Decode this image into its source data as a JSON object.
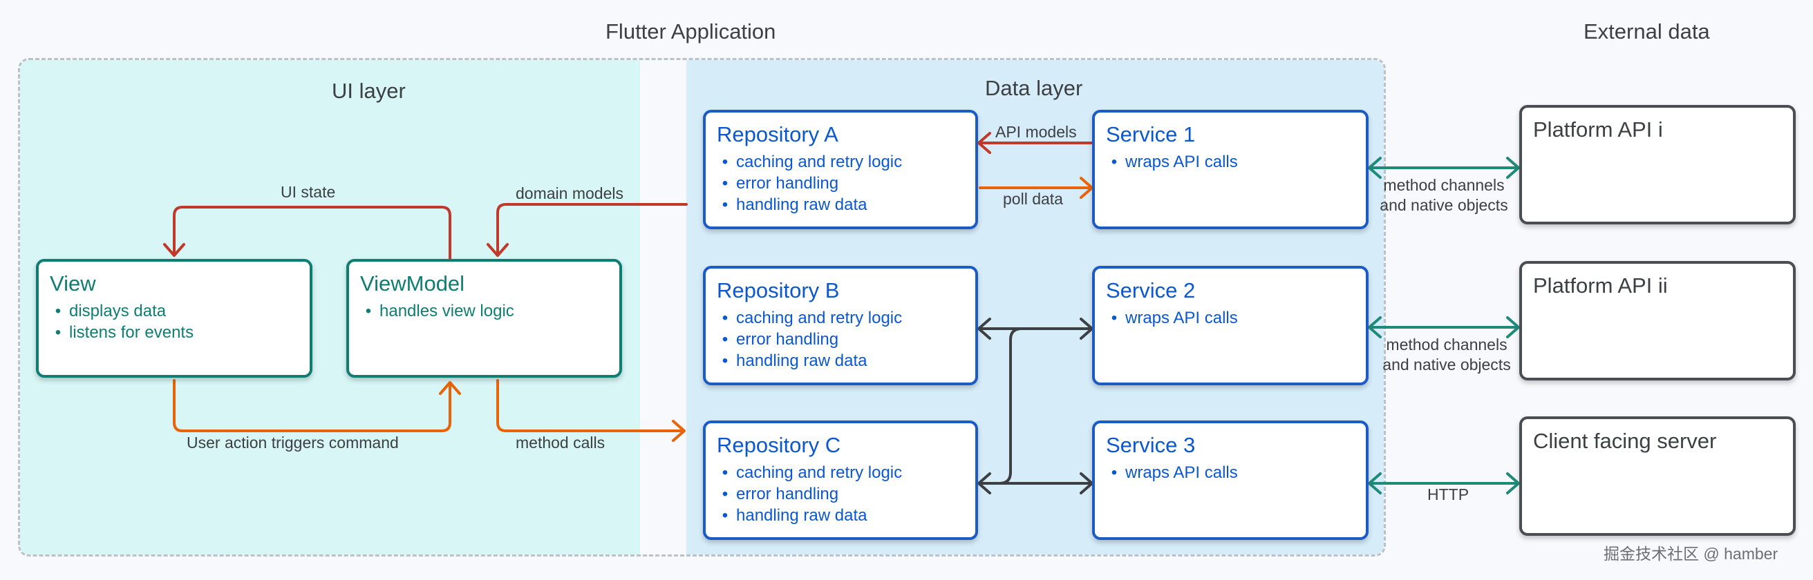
{
  "headings": {
    "app": "Flutter Application",
    "external": "External data",
    "ui_layer": "UI layer",
    "data_layer": "Data layer"
  },
  "view": {
    "title": "View",
    "items": [
      "displays data",
      "listens for events"
    ]
  },
  "viewmodel": {
    "title": "ViewModel",
    "items": [
      "handles view logic"
    ]
  },
  "repositories": [
    {
      "title": "Repository A",
      "items": [
        "caching and retry logic",
        "error handling",
        "handling raw data"
      ]
    },
    {
      "title": "Repository B",
      "items": [
        "caching and retry logic",
        "error handling",
        "handling raw data"
      ]
    },
    {
      "title": "Repository C",
      "items": [
        "caching and retry logic",
        "error handling",
        "handling raw data"
      ]
    }
  ],
  "services": [
    {
      "title": "Service 1",
      "items": [
        "wraps API calls"
      ]
    },
    {
      "title": "Service 2",
      "items": [
        "wraps API calls"
      ]
    },
    {
      "title": "Service 3",
      "items": [
        "wraps API calls"
      ]
    }
  ],
  "external_sources": [
    {
      "title": "Platform API i"
    },
    {
      "title": "Platform API ii"
    },
    {
      "title": "Client facing server"
    }
  ],
  "edge_labels": {
    "ui_state": "UI state",
    "domain_models": "domain models",
    "user_action": "User action triggers command",
    "method_calls": "method calls",
    "api_models": "API models",
    "poll_data": "poll data",
    "method_channels_1": "method channels",
    "native_objects_1": "and native objects",
    "method_channels_2": "method channels",
    "native_objects_2": "and native objects",
    "http": "HTTP"
  },
  "watermark": "掘金技术社区 @ hamber",
  "colors": {
    "ui_region": "#d7f6f5",
    "data_region": "#d6ecf9",
    "green": "#0f7d72",
    "blue": "#0b57d0",
    "red_arrow": "#c0392b",
    "orange_arrow": "#e8630a",
    "dark_arrow": "#3c4043",
    "teal_arrow": "#1f8a78"
  }
}
